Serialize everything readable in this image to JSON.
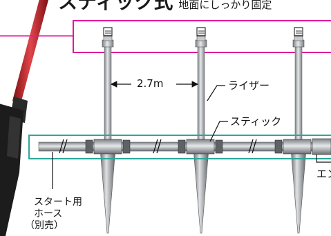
{
  "title": {
    "main": "スティック式",
    "sub": "地面にしっかり固定"
  },
  "labels": {
    "spacing": "2.7m",
    "riser": "ライザー",
    "stick": "スティック",
    "end_cap": "エン",
    "hose_line1": "スタート用",
    "hose_line2": "ホース",
    "hose_line3": "（別売）"
  },
  "colors": {
    "frame_magenta": "#e0189a",
    "frame_teal": "#2aa79b",
    "pipe": "#b8bcc0",
    "pipe_dark": "#6e7275",
    "hose_red": "#c8232a",
    "nozzle_black": "#1c1c1c"
  }
}
